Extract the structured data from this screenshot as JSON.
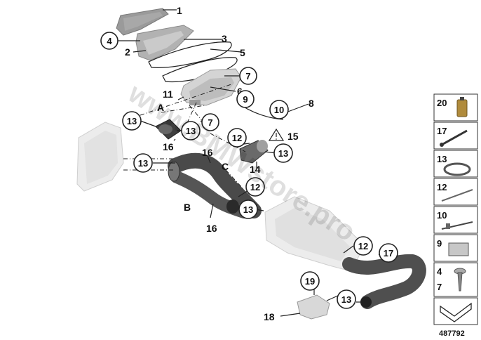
{
  "diagram_number": "487792",
  "watermark_text": "www.BMWstore.pro",
  "warning_icon": "warning-triangle-icon",
  "callouts": {
    "c1": "1",
    "c2": "2",
    "c3": "3",
    "c4": "4",
    "c5": "5",
    "c6": "6",
    "c7a": "7",
    "c7b": "7",
    "c8": "8",
    "c9": "9",
    "c10": "10",
    "c11": "11",
    "c12a": "12",
    "c12b": "12",
    "c12c": "12",
    "c13a": "13",
    "c13b": "13",
    "c13c": "13",
    "c13d": "13",
    "c13e": "13",
    "c13f": "13",
    "c14": "14",
    "c15": "15",
    "c16a": "16",
    "c16b": "16",
    "c16c": "16",
    "c17": "17",
    "c18": "18",
    "c19": "19",
    "cA": "A",
    "cB": "B",
    "cC": "C"
  },
  "legend": {
    "l20": "20",
    "l17": "17",
    "l13": "13",
    "l12": "12",
    "l10": "10",
    "l9": "9",
    "l4": "4",
    "l7": "7"
  }
}
